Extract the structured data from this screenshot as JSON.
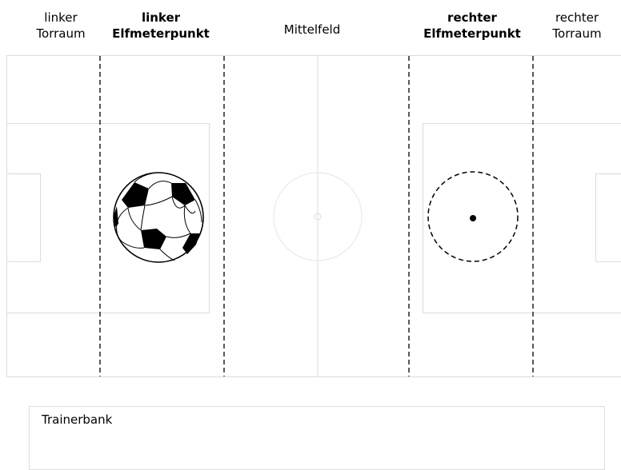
{
  "zones": [
    {
      "label": "linker\nTorraum",
      "bold": false
    },
    {
      "label": "linker\nElfmeterpunkt",
      "bold": true
    },
    {
      "label": "Mittelfeld",
      "bold": false
    },
    {
      "label": "rechter\nElfmeterpunkt",
      "bold": true
    },
    {
      "label": "rechter\nTorraum",
      "bold": false
    }
  ],
  "ball": {
    "zone": "linker Elfmeterpunkt"
  },
  "drop_target": {
    "zone": "rechter Elfmeterpunkt"
  },
  "bench": {
    "label": "Trainerbank"
  },
  "colors": {
    "field_lines": "#dcdcdc",
    "zone_dividers": "#000000",
    "background": "#ffffff"
  }
}
